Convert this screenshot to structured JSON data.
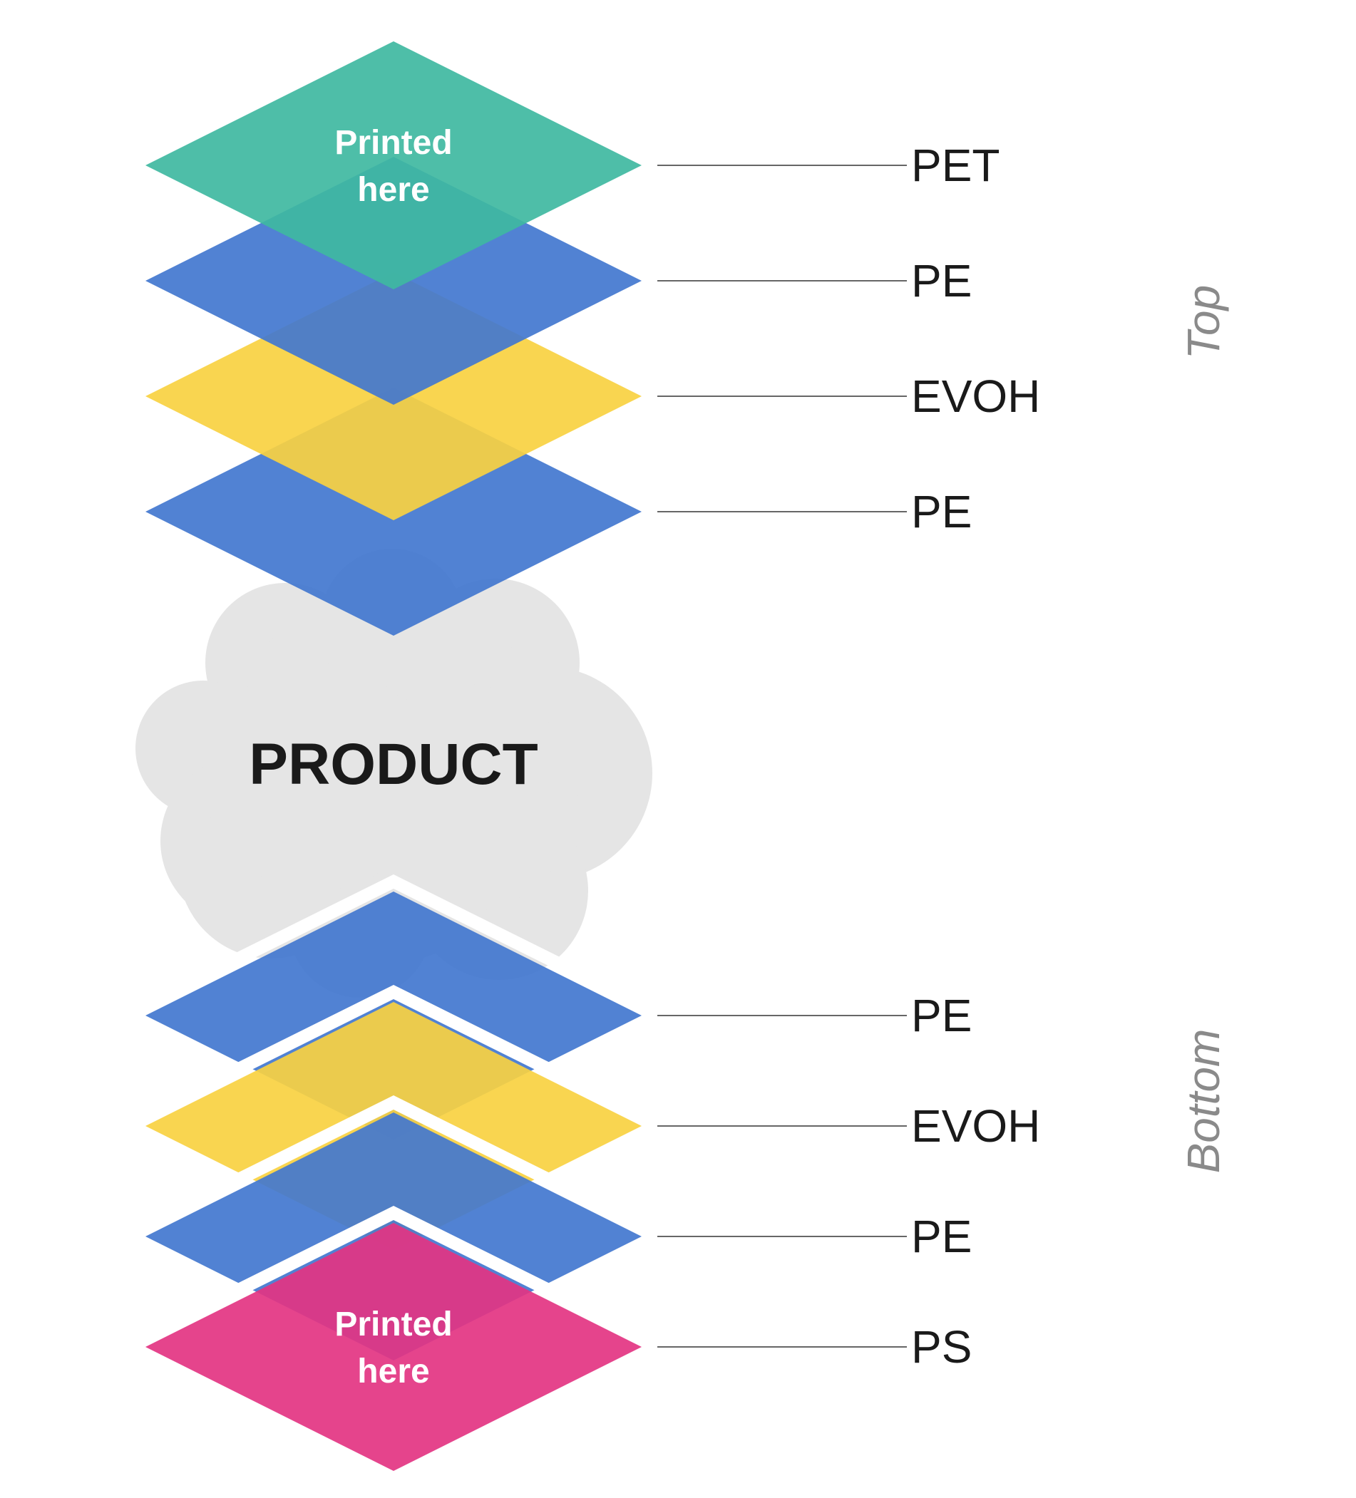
{
  "diagram": {
    "product_label": "PRODUCT",
    "print_note": [
      "Printed",
      "here"
    ],
    "side_labels": {
      "top": "Top",
      "bottom": "Bottom"
    },
    "colors": {
      "PET": "#3fb8a1",
      "PE": "#4277cf",
      "EVOH": "#f8d141",
      "PS": "#e33482",
      "product": "#e5e5e5"
    },
    "top_layers": [
      {
        "material": "PET",
        "printed": true
      },
      {
        "material": "PE",
        "printed": false
      },
      {
        "material": "EVOH",
        "printed": false
      },
      {
        "material": "PE",
        "printed": false
      }
    ],
    "bottom_layers": [
      {
        "material": "PE",
        "printed": false
      },
      {
        "material": "EVOH",
        "printed": false
      },
      {
        "material": "PE",
        "printed": false
      },
      {
        "material": "PS",
        "printed": true
      }
    ]
  }
}
